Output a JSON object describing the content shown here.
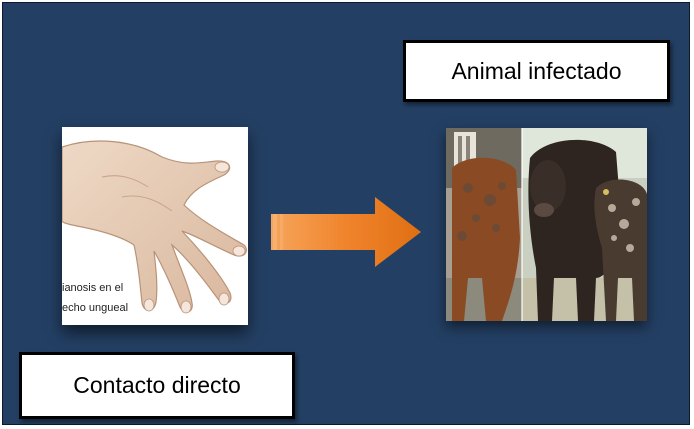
{
  "slide": {
    "background_color": "#233f63"
  },
  "labels": {
    "infected_animal": "Animal infectado",
    "direct_contact": "Contacto directo"
  },
  "hand_image": {
    "caption_line1": "ianosis en el",
    "caption_line2": "echo ungueal"
  },
  "arrow": {
    "color": "#f0842c",
    "icon": "right-arrow-icon"
  }
}
